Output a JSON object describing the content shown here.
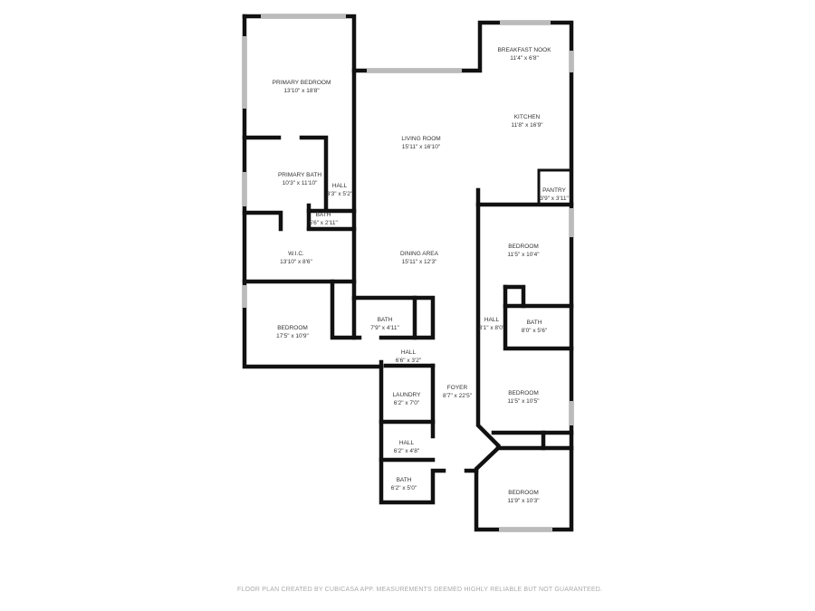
{
  "rooms": [
    {
      "name": "PRIMARY BEDROOM",
      "size": "13'10\" x 18'8\""
    },
    {
      "name": "BREAKFAST NOOK",
      "size": "11'4\" x 6'8\""
    },
    {
      "name": "KITCHEN",
      "size": "11'8\" x 16'9\""
    },
    {
      "name": "LIVING ROOM",
      "size": "15'11\" x 16'10\""
    },
    {
      "name": "PRIMARY BATH",
      "size": "10'3\" x 11'10\""
    },
    {
      "name": "HALL",
      "size": "3'3\" x 5'2\""
    },
    {
      "name": "PANTRY",
      "size": "3'9\" x 3'11\""
    },
    {
      "name": "BATH",
      "size": "5'6\" x 2'11\""
    },
    {
      "name": "BEDROOM",
      "size": "11'5\" x 10'4\""
    },
    {
      "name": "W.I.C.",
      "size": "13'10\" x 8'6\""
    },
    {
      "name": "DINING AREA",
      "size": "15'11\" x 12'3\""
    },
    {
      "name": "HALL",
      "size": "3'1\" x 8'0\""
    },
    {
      "name": "BATH",
      "size": "8'0\" x 5'6\""
    },
    {
      "name": "BATH",
      "size": "7'9\" x 4'11\""
    },
    {
      "name": "BEDROOM",
      "size": "17'5\" x 10'9\""
    },
    {
      "name": "HALL",
      "size": "6'6\" x 3'2\""
    },
    {
      "name": "LAUNDRY",
      "size": "6'2\" x 7'0\""
    },
    {
      "name": "FOYER",
      "size": "8'7\" x 22'5\""
    },
    {
      "name": "BEDROOM",
      "size": "11'5\" x 10'5\""
    },
    {
      "name": "HALL",
      "size": "6'2\" x 4'8\""
    },
    {
      "name": "BATH",
      "size": "6'2\" x 5'0\""
    },
    {
      "name": "BEDROOM",
      "size": "11'9\" x 10'3\""
    }
  ],
  "footer": "FLOOR PLAN CREATED BY CUBICASA APP. MEASUREMENTS DEEMED HIGHLY RELIABLE BUT NOT GUARANTEED."
}
